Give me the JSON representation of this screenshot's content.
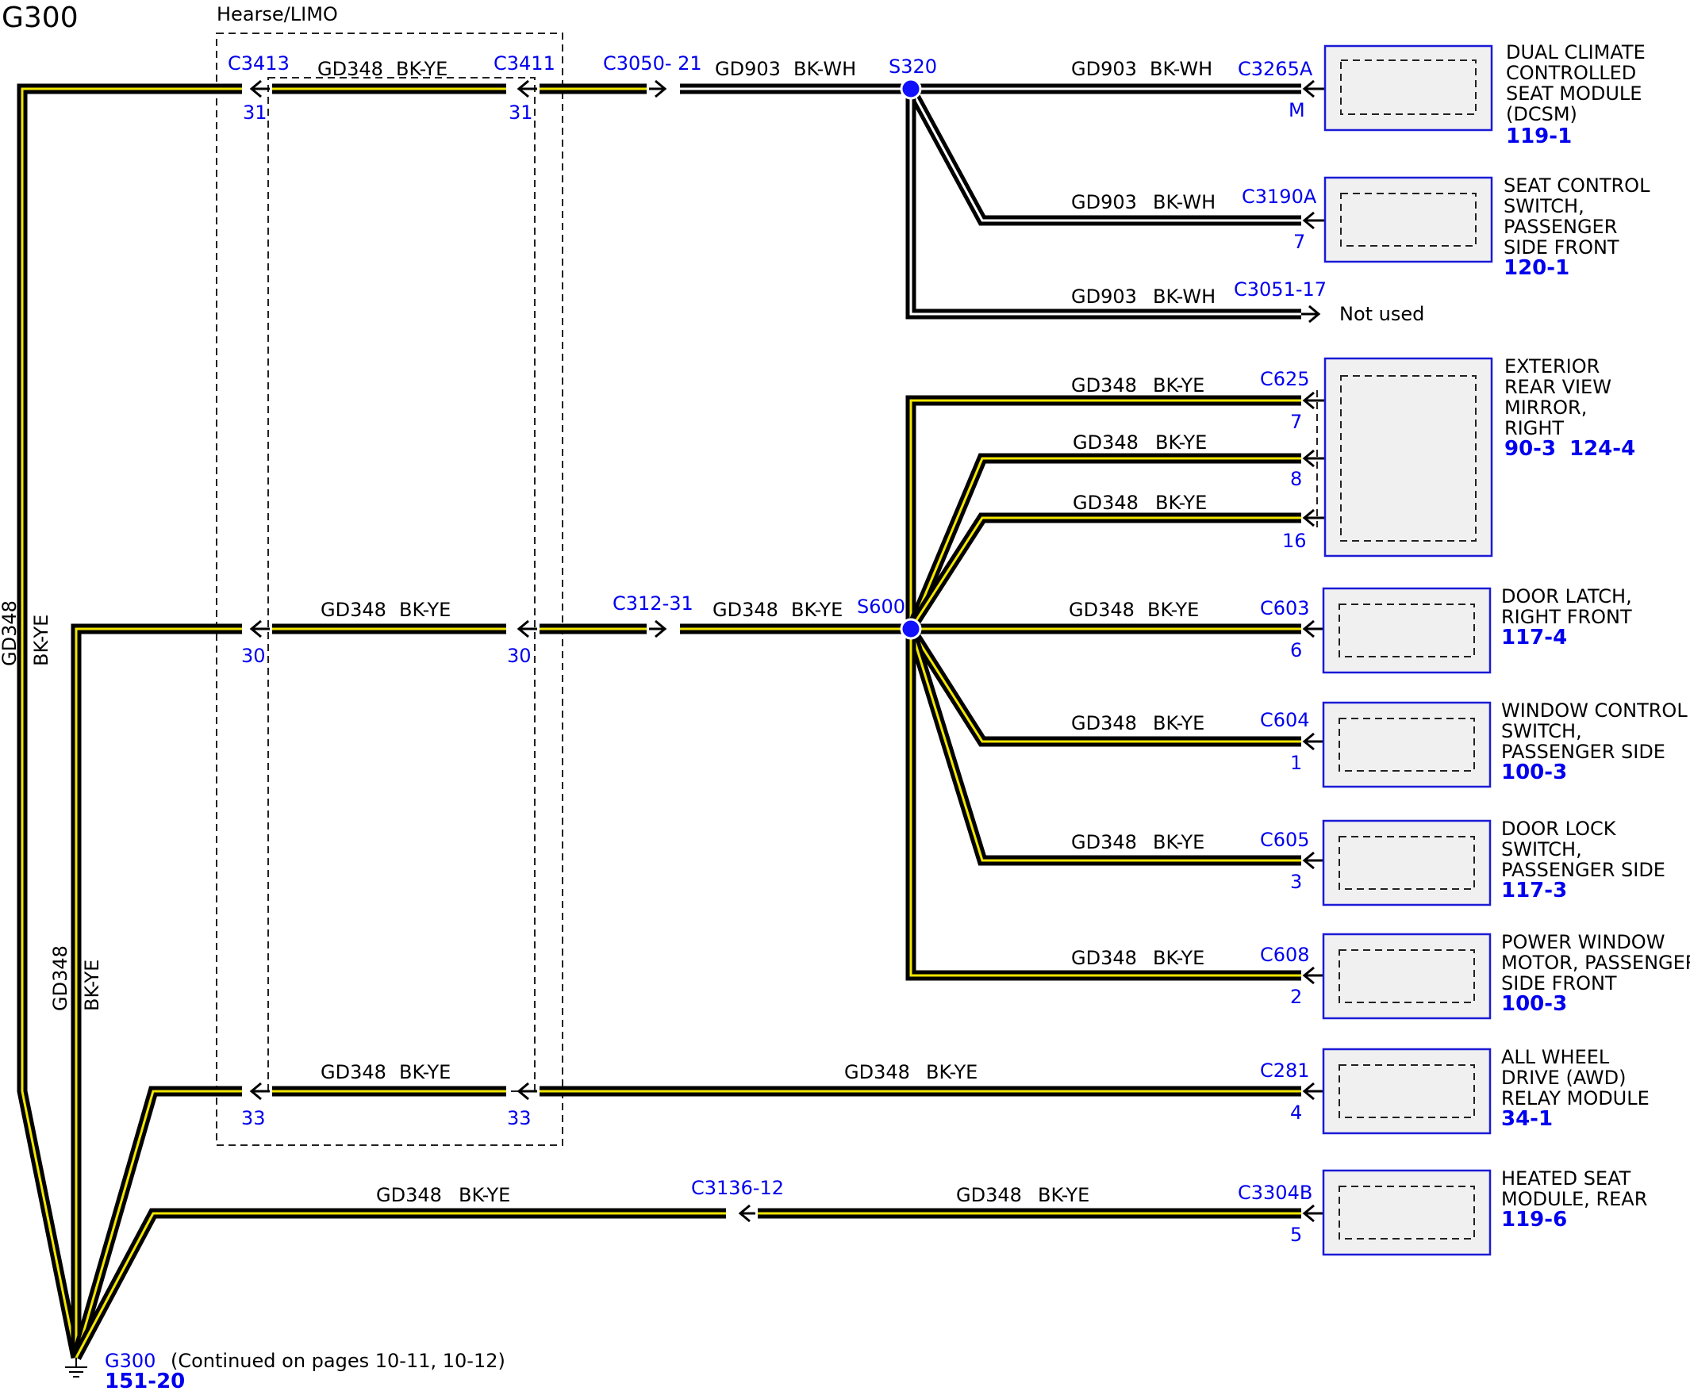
{
  "title": "G300",
  "hearse_label": "Hearse/LIMO",
  "colors": {
    "wire_black": "#000000",
    "stripe_yellow": "#f2e600",
    "stripe_white": "#ffffff",
    "connector_blue": "#0000ee",
    "splice_blue": "#1010ff"
  },
  "splices": {
    "s320": "S320",
    "s600": "S600"
  },
  "connectors": {
    "c3413": "C3413",
    "c3411": "C3411",
    "c3050": "C3050- 21",
    "c312": "C312-31",
    "c3265a": "C3265A",
    "c3190a": "C3190A",
    "c3051": "C3051-17",
    "c625": "C625",
    "c603": "C603",
    "c604": "C604",
    "c605": "C605",
    "c608": "C608",
    "c281": "C281",
    "c3136": "C3136-12",
    "c3304b": "C3304B"
  },
  "pins": {
    "c3413_31": "31",
    "c3411_31": "31",
    "c3413_30": "30",
    "c3411_30": "30",
    "c3413_33": "33",
    "c3411_33": "33",
    "c3265a": "M",
    "c3190a": "7",
    "c625_a": "7",
    "c625_b": "8",
    "c625_c": "16",
    "c603": "6",
    "c604": "1",
    "c605": "3",
    "c608": "2",
    "c281": "4",
    "c3304b": "5"
  },
  "wires": {
    "gd348": "GD348",
    "gd903": "GD903",
    "bkye": "BK-YE",
    "bkwh": "BK-WH"
  },
  "not_used": "Not used",
  "components": {
    "dcsm": {
      "lines": [
        "DUAL CLIMATE",
        "CONTROLLED",
        "SEAT MODULE",
        "(DCSM)"
      ],
      "ref": "119-1"
    },
    "seat_switch": {
      "lines": [
        "SEAT CONTROL",
        "SWITCH,",
        "PASSENGER",
        "SIDE FRONT"
      ],
      "ref": "120-1"
    },
    "mirror": {
      "lines": [
        "EXTERIOR",
        "REAR VIEW",
        "MIRROR,",
        "RIGHT"
      ],
      "ref1": "90-3",
      "ref2": "124-4"
    },
    "door_latch": {
      "lines": [
        "DOOR LATCH,",
        "RIGHT FRONT"
      ],
      "ref": "117-4"
    },
    "window_switch": {
      "lines": [
        "WINDOW CONTROL",
        "SWITCH,",
        "PASSENGER SIDE"
      ],
      "ref": "100-3"
    },
    "door_lock": {
      "lines": [
        "DOOR LOCK",
        "SWITCH,",
        "PASSENGER SIDE"
      ],
      "ref": "117-3"
    },
    "window_motor": {
      "lines": [
        "POWER WINDOW",
        "MOTOR, PASSENGER",
        "SIDE FRONT"
      ],
      "ref": "100-3"
    },
    "awd": {
      "lines": [
        "ALL WHEEL",
        "DRIVE (AWD)",
        "RELAY MODULE"
      ],
      "ref": "34-1"
    },
    "heated_seat": {
      "lines": [
        "HEATED SEAT",
        "MODULE, REAR"
      ],
      "ref": "119-6"
    }
  },
  "ground": {
    "name": "G300",
    "ref": "151-20",
    "note": "(Continued on pages 10-11, 10-12)"
  }
}
